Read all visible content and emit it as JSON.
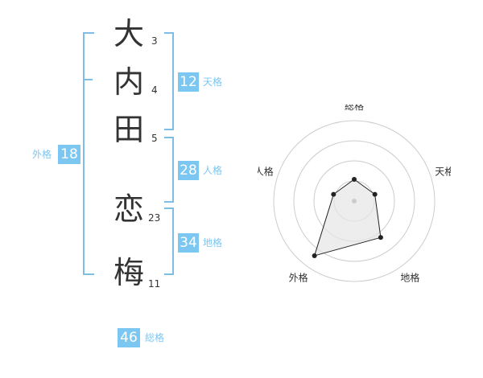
{
  "characters": [
    {
      "char": "大",
      "strokes": "3"
    },
    {
      "char": "内",
      "strokes": "4"
    },
    {
      "char": "田",
      "strokes": "5"
    },
    {
      "char": "恋",
      "strokes": "23"
    },
    {
      "char": "梅",
      "strokes": "11"
    }
  ],
  "fortune": {
    "tenkaku": {
      "value": "12",
      "label": "天格"
    },
    "jinkaku": {
      "value": "28",
      "label": "人格"
    },
    "chikaku": {
      "value": "34",
      "label": "地格"
    },
    "gaikaku": {
      "value": "18",
      "label": "外格"
    },
    "soukaku": {
      "value": "46",
      "label": "総格"
    }
  },
  "colors": {
    "accent": "#7cc7f2",
    "bracket": "#7dbde8",
    "text": "#333333",
    "radar_ring": "#cccccc",
    "radar_fill": "#e6e6e6"
  },
  "chart_data": {
    "type": "radar",
    "axes": [
      "総格",
      "天格",
      "地格",
      "外格",
      "人格"
    ],
    "values": [
      0.27,
      0.27,
      0.56,
      0.84,
      0.27
    ],
    "rings": 4
  }
}
